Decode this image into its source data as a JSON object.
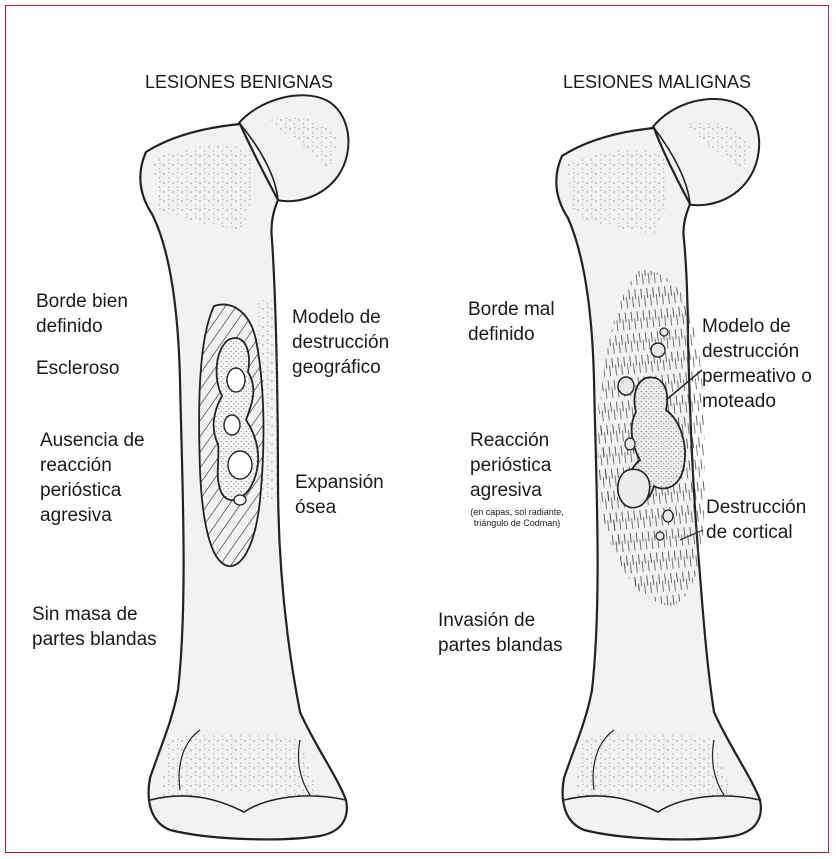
{
  "colors": {
    "frame_border": "#b3263a",
    "ink": "#1a1a1a",
    "bone_fill": "#f2f2f2",
    "stipple": "#6d6d6d"
  },
  "benign": {
    "title": "LESIONES BENIGNAS",
    "border_label": [
      "Borde bien",
      "definido"
    ],
    "sclerotic_label": "Escleroso",
    "destruction_label": [
      "Modelo de",
      "destrucción",
      "geográfico"
    ],
    "periosteal_label": [
      "Ausencia de",
      "reacción",
      "perióstica",
      "agresiva"
    ],
    "expansion_label": [
      "Expansión",
      "ósea"
    ],
    "soft_tissue_label": [
      "Sin masa de",
      "partes blandas"
    ]
  },
  "malignant": {
    "title": "LESIONES MALIGNAS",
    "border_label": [
      "Borde mal",
      "definido"
    ],
    "destruction_label": [
      "Modelo de",
      "destrucción",
      "permeativo o",
      "moteado"
    ],
    "periosteal_label": [
      "Reacción",
      "perióstica",
      "agresiva"
    ],
    "periosteal_note": [
      "(en capas, sol radiante,",
      "triángulo de Codman)"
    ],
    "cortical_label": [
      "Destrucción",
      "de cortical"
    ],
    "soft_tissue_label": [
      "Invasión de",
      "partes blandas"
    ]
  }
}
